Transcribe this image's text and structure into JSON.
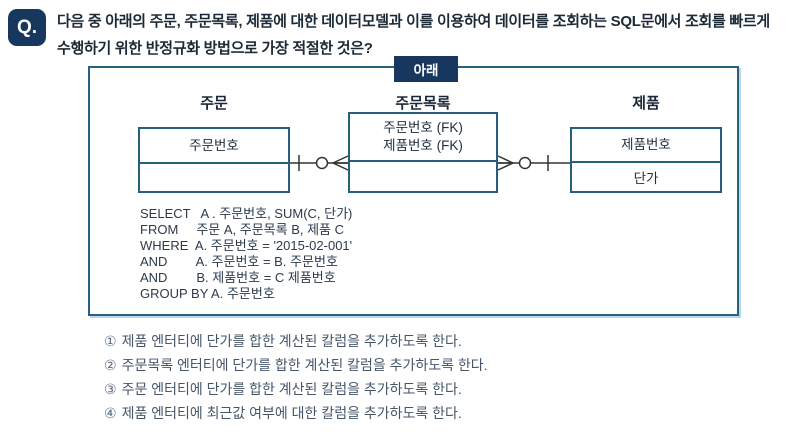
{
  "question": {
    "badge": "Q.",
    "text": "다음 중 아래의 주문, 주문목록, 제품에 대한 데이터모델과 이를 이용하여 데이터를 조회하는 SQL문에서 조회를 빠르게 수행하기 위한 반정규화 방법으로 가장 적절한 것은?"
  },
  "diagram": {
    "tab_label": "아래",
    "entities": [
      {
        "name": "주문",
        "top_attrs": [
          "주문번호"
        ],
        "bottom_attrs": []
      },
      {
        "name": "주문목록",
        "top_attrs": [
          "주문번호 (FK)",
          "제품번호 (FK)"
        ],
        "bottom_attrs": []
      },
      {
        "name": "제품",
        "top_attrs": [
          "제품번호"
        ],
        "bottom_attrs": [
          "단가"
        ]
      }
    ],
    "relationships": [
      {
        "from": "주문",
        "to": "주문목록",
        "from_end": "one (bar)",
        "to_end": "zero-or-many (circle + crow-foot)"
      },
      {
        "from": "주문목록",
        "to": "제품",
        "from_end": "many (crow-foot + circle)",
        "to_end": "one (bar)"
      }
    ],
    "sql_lines": [
      "SELECT   A . 주문번호, SUM(C, 단가)",
      "FROM     주문 A, 주문목록 B, 제품 C",
      "WHERE  A. 주문번호 = '2015-02-001'",
      "AND        A. 주문번호 = B. 주문번호",
      "AND        B. 제품번호 = C 제품번호",
      "GROUP BY A. 주문번호"
    ]
  },
  "choices": [
    {
      "number": "①",
      "text": "제품 엔터티에 단가를 합한 계산된 칼럼을 추가하도록 한다."
    },
    {
      "number": "②",
      "text": "주문목록 엔터티에 단가를 합한 계산된 칼럼을 추가하도록 한다."
    },
    {
      "number": "③",
      "text": "주문 엔터티에 단가를 합한 계산된 칼럼을 추가하도록 한다."
    },
    {
      "number": "④",
      "text": "제품 엔터티에 최근값 여부에 대한 칼럼을 추가하도록 한다."
    }
  ],
  "colors": {
    "navy": "#17375e",
    "box_border": "#2a6183",
    "entity_border": "#275d7d",
    "question_text": "#1c2a38",
    "choice_text": "#46566a"
  }
}
